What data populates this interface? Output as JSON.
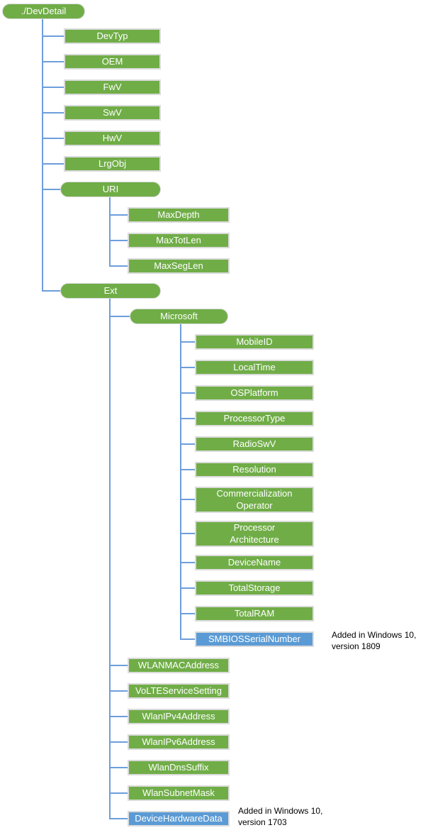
{
  "colors": {
    "node_green": "#70AD47",
    "node_blue": "#5B9BD5",
    "connector_blue": "#6D9EDB",
    "node_border_gray": "#DBDBDB",
    "node_text": "#FFFFFF",
    "annotation_text": "#000000"
  },
  "tree": {
    "label": "./DevDetail",
    "children": [
      {
        "label": "DevTyp"
      },
      {
        "label": "OEM"
      },
      {
        "label": "FwV"
      },
      {
        "label": "SwV"
      },
      {
        "label": "HwV"
      },
      {
        "label": "LrgObj"
      },
      {
        "label": "URI",
        "children": [
          {
            "label": "MaxDepth"
          },
          {
            "label": "MaxTotLen"
          },
          {
            "label": "MaxSegLen"
          }
        ]
      },
      {
        "label": "Ext",
        "children": [
          {
            "label": "Microsoft",
            "children": [
              {
                "label": "MobileID"
              },
              {
                "label": "LocalTime"
              },
              {
                "label": "OSPlatform"
              },
              {
                "label": "ProcessorType"
              },
              {
                "label": "RadioSwV"
              },
              {
                "label": "Resolution"
              },
              {
                "label": "Commercialization\nOperator"
              },
              {
                "label": "Processor\nArchitecture"
              },
              {
                "label": "DeviceName"
              },
              {
                "label": "TotalStorage"
              },
              {
                "label": "TotalRAM"
              },
              {
                "label": "SMBIOSSerialNumber",
                "highlight": "blue",
                "note": "Added in Windows 10,\nversion 1809"
              }
            ]
          },
          {
            "label": "WLANMACAddress"
          },
          {
            "label": "VoLTEServiceSetting"
          },
          {
            "label": "WlanIPv4Address"
          },
          {
            "label": "WlanIPv6Address"
          },
          {
            "label": "WlanDnsSuffix"
          },
          {
            "label": "WlanSubnetMask"
          },
          {
            "label": "DeviceHardwareData",
            "highlight": "blue",
            "note": "Added in Windows 10,\nversion 1703"
          }
        ]
      }
    ]
  }
}
